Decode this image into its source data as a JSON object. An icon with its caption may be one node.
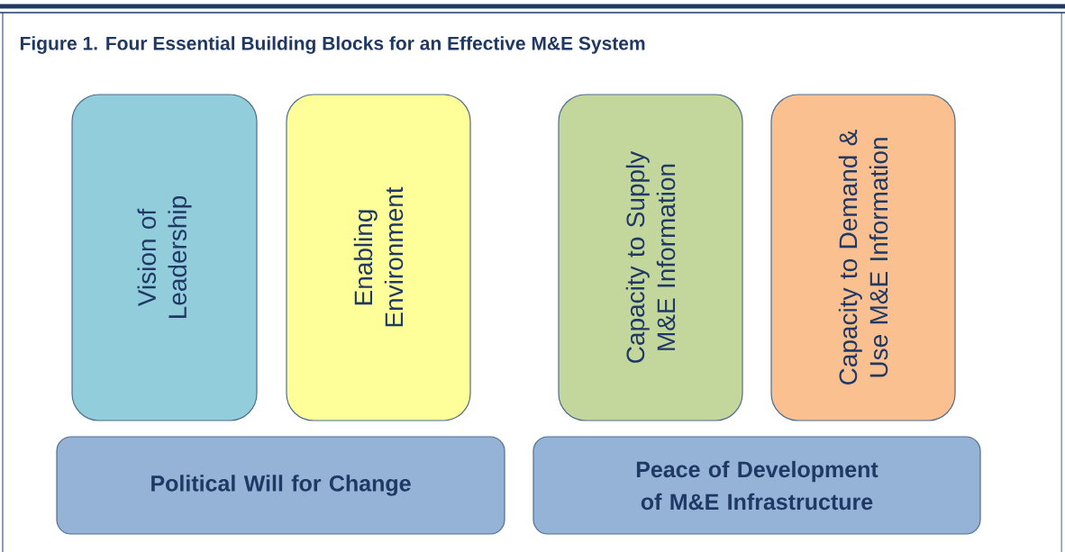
{
  "diagram": {
    "title": "Figure 1. Four Essential Building Blocks for an Effective M&E System",
    "nodes": [
      {
        "text": [
          "Vision of Leadership"
        ]
      },
      {
        "text": [
          "Enabling Environment"
        ]
      },
      {
        "text": [
          "Capacity to Supply M&E Information"
        ]
      },
      {
        "text": [
          "Capacity to Demand & Use M&E Information"
        ]
      },
      {
        "text": [
          "Political Will for Change"
        ]
      },
      {
        "text": [
          "Peace of Development of M&E Infrastructure"
        ]
      }
    ]
  }
}
